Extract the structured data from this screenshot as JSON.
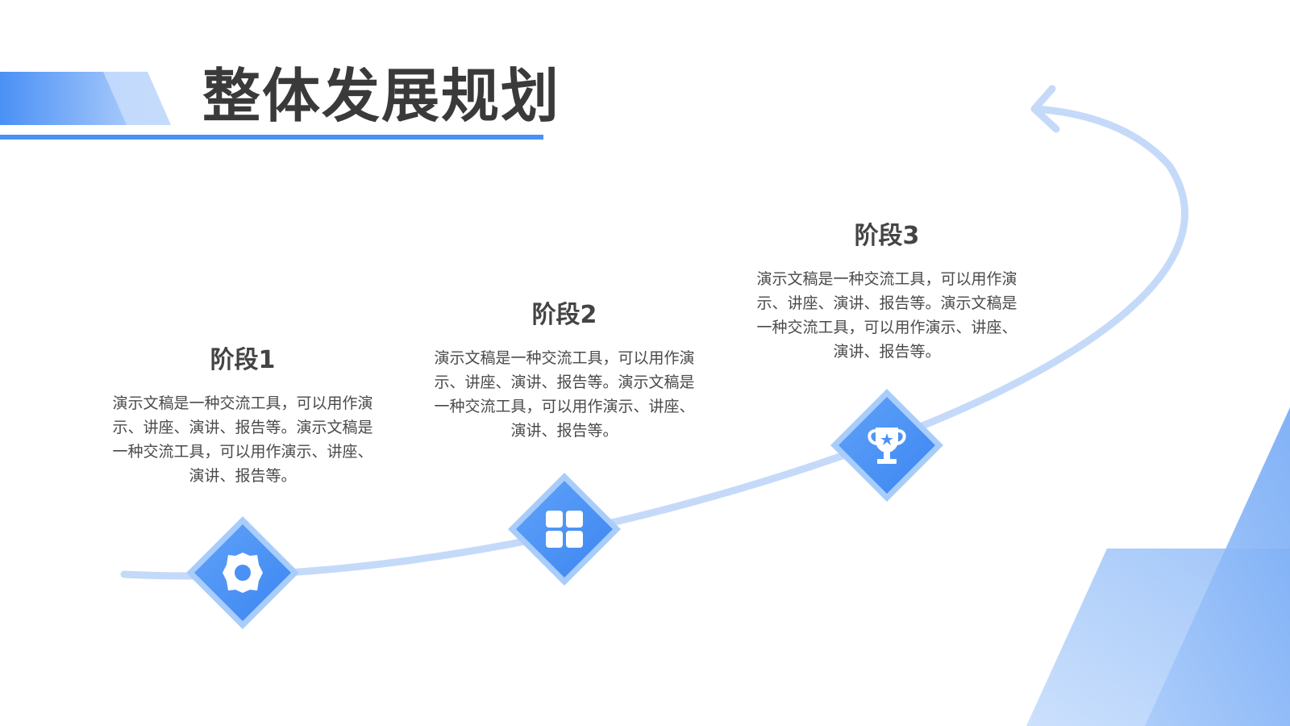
{
  "slide": {
    "title": "整体发展规划",
    "colors": {
      "accent": "#4a90f5",
      "accent_light": "#b9d6fb",
      "curve": "#c5daf9",
      "text_dark": "#3a3a3a"
    }
  },
  "stages": [
    {
      "title": "阶段1",
      "description": "演示文稿是一种交流工具，可以用作演示、讲座、演讲、报告等。演示文稿是一种交流工具，可以用作演示、讲座、演讲、报告等。",
      "icon": "gear-icon"
    },
    {
      "title": "阶段2",
      "description": "演示文稿是一种交流工具，可以用作演示、讲座、演讲、报告等。演示文稿是一种交流工具，可以用作演示、讲座、演讲、报告等。",
      "icon": "grid-icon"
    },
    {
      "title": "阶段3",
      "description": "演示文稿是一种交流工具，可以用作演示、讲座、演讲、报告等。演示文稿是一种交流工具，可以用作演示、讲座、演讲、报告等。",
      "icon": "trophy-icon"
    }
  ]
}
